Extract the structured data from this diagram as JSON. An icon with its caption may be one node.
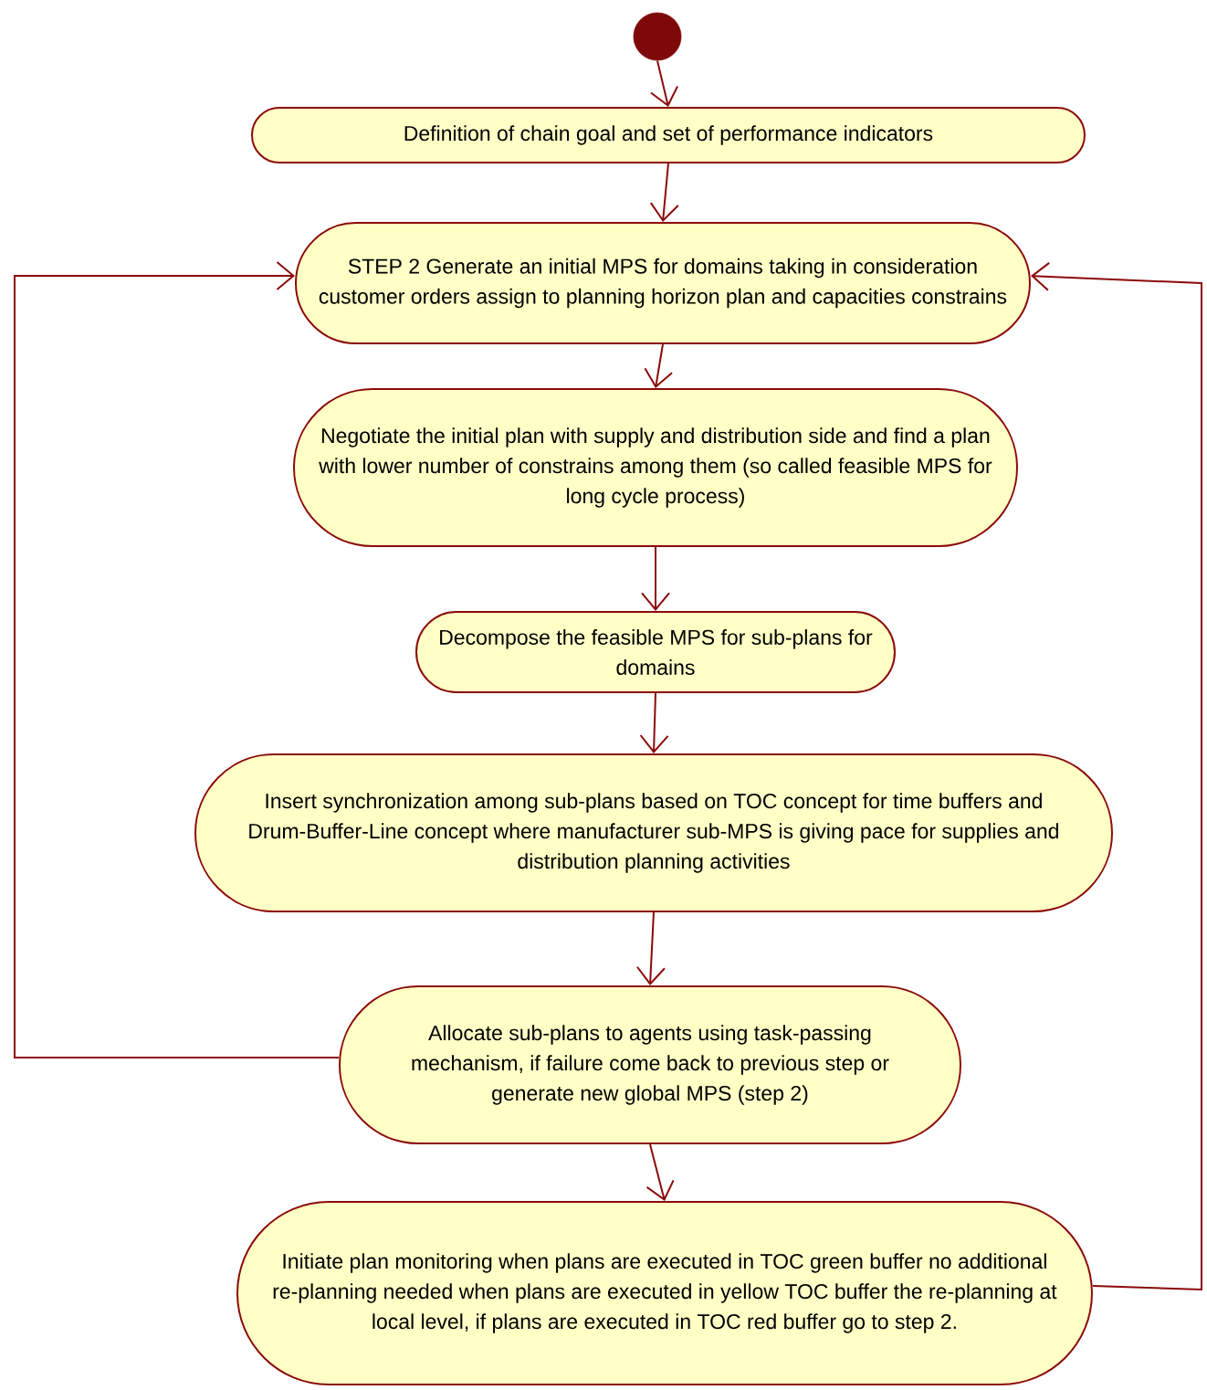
{
  "diagram": {
    "nodes": [
      {
        "text": [],
        "shape": "circle"
      },
      {
        "text": [
          "Definition of chain goal and set of performance indicators"
        ]
      },
      {
        "text": [
          "STEP 2 Generate an initial MPS for domains taking in consideration customer orders assign to planning horizon plan and capacities constrains"
        ]
      },
      {
        "text": [
          "Negotiate the initial plan with supply and distribution side and find a plan with lower number of constrains among them (so called feasible MPS for long cycle process)"
        ]
      },
      {
        "text": [
          "Decompose the feasible MPS for sub-plans for domains"
        ]
      },
      {
        "text": [
          "Insert synchronization among sub-plans based on TOC concept for time buffers and Drum-Buffer-Line concept where manufacturer sub-MPS is giving pace for supplies and distribution planning activities"
        ]
      },
      {
        "text": [
          "Allocate sub-plans to agents using task-passing mechanism, if failure come back to previous step or generate new global MPS (step 2)"
        ]
      },
      {
        "text": [
          "Initiate plan monitoring when plans are executed in TOC green buffer no additional re-planning needed when plans are executed in yellow TOC buffer the re-planning at local level, if plans are executed in TOC red buffer go to step 2."
        ]
      }
    ],
    "edges": [
      {
        "from": 0,
        "to": 1,
        "arrow": "to"
      },
      {
        "from": 1,
        "to": 2,
        "arrow": "to"
      },
      {
        "from": 2,
        "to": 3,
        "arrow": "to"
      },
      {
        "from": 3,
        "to": 4,
        "arrow": "to"
      },
      {
        "from": 4,
        "to": 5,
        "arrow": "to"
      },
      {
        "from": 5,
        "to": 6,
        "arrow": "to"
      },
      {
        "from": 6,
        "to": 7,
        "arrow": "to"
      },
      {
        "from": 6,
        "to": 2,
        "arrow": "to"
      },
      {
        "from": 7,
        "to": 2,
        "arrow": "to"
      }
    ]
  }
}
